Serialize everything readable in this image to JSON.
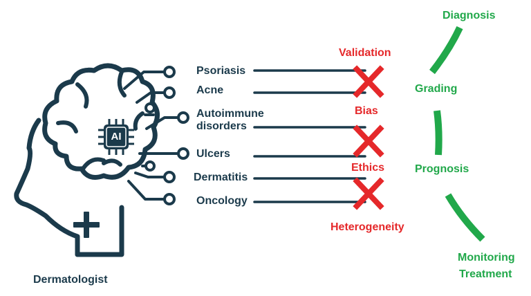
{
  "diagram": {
    "center_label": "Dermatologist",
    "chip_label": "AI",
    "conditions": [
      "Psoriasis",
      "Acne",
      "Autoimmune",
      "disorders",
      "Ulcers",
      "Dermatitis",
      "Oncology"
    ],
    "challenges": [
      "Validation",
      "Bias",
      "Ethics",
      "Heterogeneity"
    ],
    "applications": [
      "Diagnosis",
      "Grading",
      "Prognosis",
      "Monitoring",
      "Treatment"
    ],
    "colors": {
      "primary": "#1b3a4b",
      "challenge": "#e5282a",
      "application": "#21a84a"
    },
    "icons": [
      "head-profile-icon",
      "brain-icon",
      "ai-chip-icon",
      "medical-cross-icon",
      "cross-mark-icon"
    ]
  }
}
